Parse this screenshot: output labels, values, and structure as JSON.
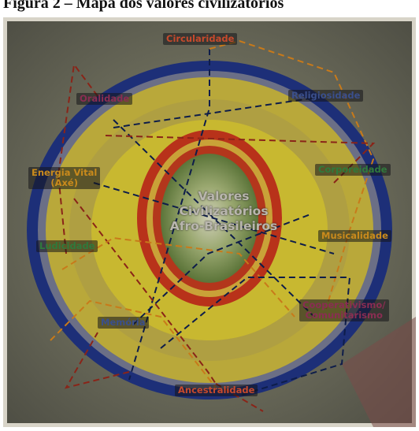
{
  "header": {
    "title": "Figura 2 – Mapa dos valores civilizatórios"
  },
  "diagram": {
    "center_lines": [
      "Valores",
      "Civilizatórios",
      "Afro-Brasileiros"
    ],
    "values": {
      "circularidade": "Circularidade",
      "religiosidade": "Religiosidade",
      "corporeidade": "Corporeidade",
      "musicalidade": "Musicalidade",
      "cooperativismo": [
        "Cooperativismo/",
        "Comunitarismo"
      ],
      "ancestralidade": "Ancestralidade",
      "memoria": "Memória",
      "ludicidade": "Ludicidade",
      "energia_vital": [
        "Energia Vital",
        "(Axé)"
      ],
      "oralidade": "Oralidade"
    },
    "colors": {
      "circularidade": "#c74a2c",
      "religiosidade": "#3a4f8c",
      "corporeidade": "#2f7a3c",
      "musicalidade": "#c98a1c",
      "cooperativismo": "#8a2d52",
      "ancestralidade": "#c74a2c",
      "memoria": "#3a4f8c",
      "ludicidade": "#2f7a3c",
      "energia_vital": "#c98a1c",
      "oralidade": "#8a2d52",
      "outer_ring": "#1f3a8a",
      "yellow_band": "#c8b82e",
      "red_ring": "#c43a1c",
      "core": "#5f7a3a"
    }
  }
}
